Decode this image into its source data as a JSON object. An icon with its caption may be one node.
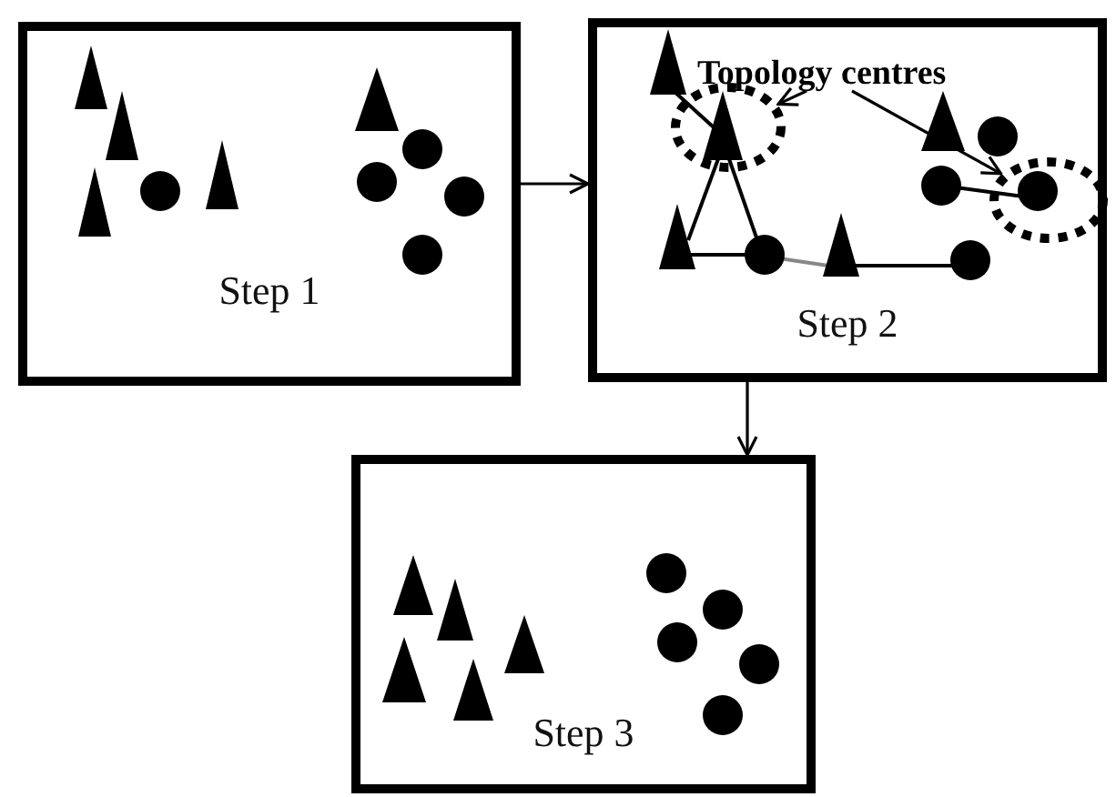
{
  "diagram": {
    "nodes": [
      {
        "text": [
          "Step 1"
        ]
      },
      {
        "text": [
          "Step 2"
        ]
      },
      {
        "text": [
          "Step 3"
        ]
      },
      {
        "text": [
          "Topology centres"
        ],
        "in": 1
      },
      {
        "text": [],
        "shape": "circle",
        "in": 1
      },
      {
        "text": [],
        "shape": "circle",
        "in": 1
      }
    ],
    "edges": [
      {
        "from": 0,
        "to": 1,
        "arrow": "to"
      },
      {
        "from": 1,
        "to": 2,
        "arrow": "to"
      },
      {
        "from": 3,
        "to": 4,
        "arrow": "to"
      },
      {
        "from": 3,
        "to": 5,
        "arrow": "to"
      }
    ]
  }
}
